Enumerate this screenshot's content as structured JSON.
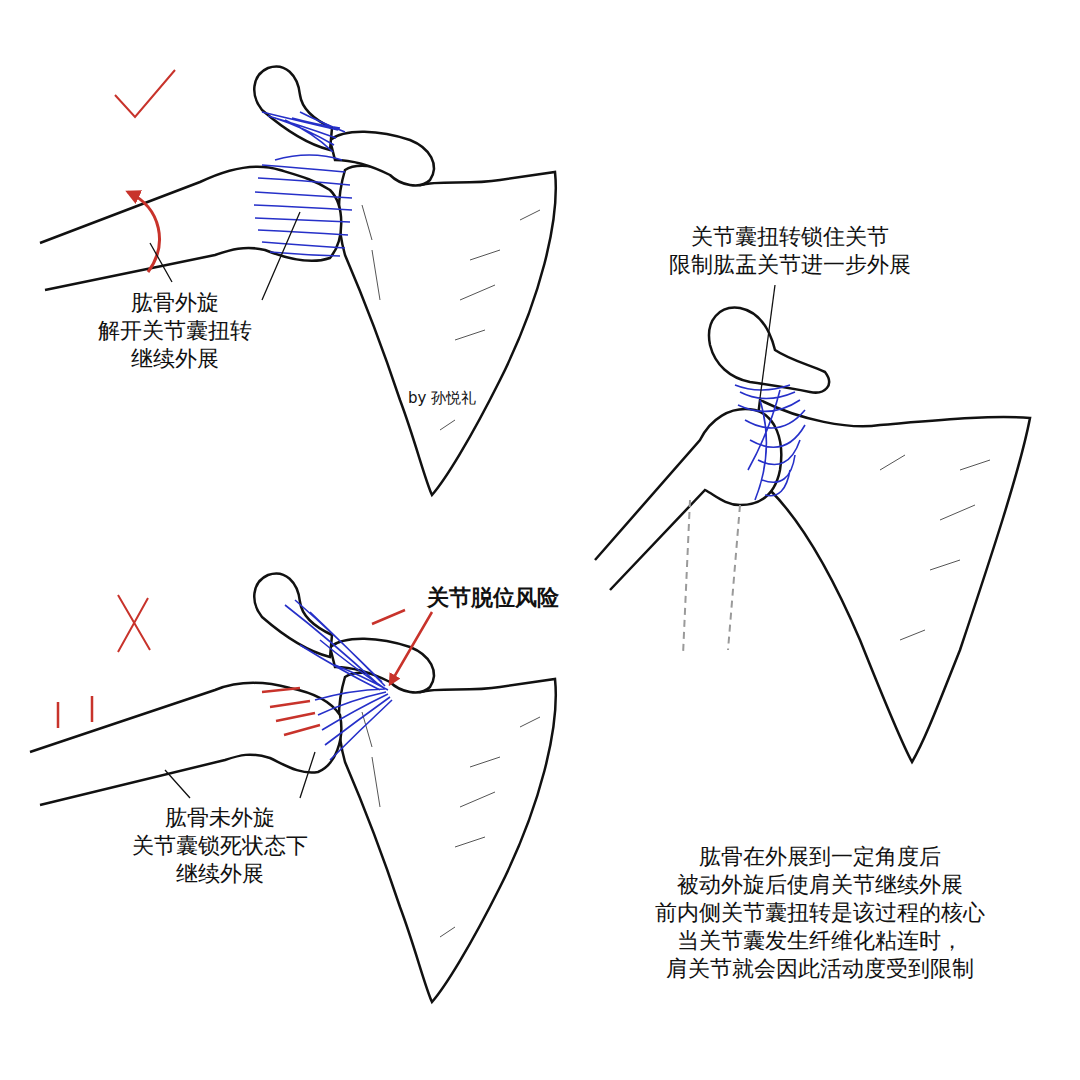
{
  "diagram": {
    "labels": [
      "肱骨外旋 解开关节囊扭转 继续外展",
      "by 孙悦礼",
      "关节囊扭转锁住关节 限制肱盂关节进一步外展",
      "关节脱位风险",
      "肱骨未外旋 关节囊锁死状态下 继续外展",
      "肱骨在外展到一定角度后 被动外旋后使肩关节继续外展 前内侧关节囊扭转是该过程的核心 当关节囊发生纤维化粘连时， 肩关节就会因此活动度受到限制"
    ]
  }
}
